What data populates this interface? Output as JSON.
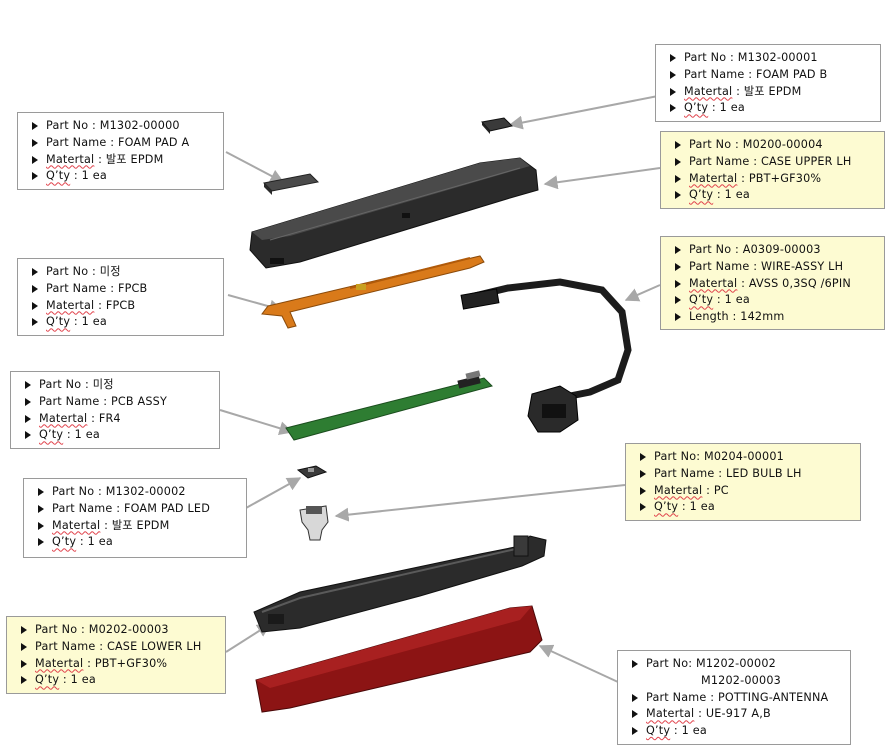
{
  "colors": {
    "border": "#9a9a9a",
    "yellow_box": "#fdfbd2",
    "leader": "#a8a8a8",
    "case_dark": "#2b2b2b",
    "fpcb": "#d97a1a",
    "pcb": "#2e7d32",
    "antenna": "#8c1414",
    "spellcheck": "#e0424b"
  },
  "labels": {
    "part_no": "Part No",
    "part_no_alt": "Part No",
    "part_name": "Part Name",
    "material": "Matertal",
    "qty": "Q’ty",
    "length": "Length"
  },
  "parts": {
    "foam_pad_b": {
      "part_no": "M1302-00001",
      "part_name": "FOAM PAD B",
      "material": "발포 EPDM",
      "qty": "1 ea"
    },
    "foam_pad_a": {
      "part_no": "M1302-00000",
      "part_name": "FOAM PAD A",
      "material": "발포 EPDM",
      "qty": "1 ea"
    },
    "case_upper": {
      "part_no": "M0200-00004",
      "part_name": "CASE UPPER LH",
      "material": "PBT+GF30%",
      "qty": "1 ea"
    },
    "fpcb": {
      "part_no": "미정",
      "part_name": "FPCB",
      "material": "FPCB",
      "qty": "1 ea"
    },
    "wire_assy": {
      "part_no": "A0309-00003",
      "part_name": "WIRE-ASSY LH",
      "material": "AVSS 0,3SQ /6PIN",
      "qty": "1 ea",
      "length": "142mm"
    },
    "pcb_assy": {
      "part_no": "미정",
      "part_name": "PCB ASSY",
      "material": "FR4",
      "qty": "1 ea"
    },
    "led_bulb": {
      "part_no": "M0204-00001",
      "part_name": "LED BULB LH",
      "material": "PC",
      "qty": "1 ea"
    },
    "foam_pad_led": {
      "part_no": "M1302-00002",
      "part_name": "FOAM PAD LED",
      "material": "발포 EPDM",
      "qty": "1 ea"
    },
    "case_lower": {
      "part_no": "M0202-00003",
      "part_name": "CASE LOWER LH",
      "material": "PBT+GF30%",
      "qty": "1 ea"
    },
    "potting": {
      "part_no": "M1202-00002",
      "part_no_2": "M1202-00003",
      "part_name": "POTTING-ANTENNA",
      "material": "UE-917 A,B",
      "qty": "1 ea"
    }
  }
}
